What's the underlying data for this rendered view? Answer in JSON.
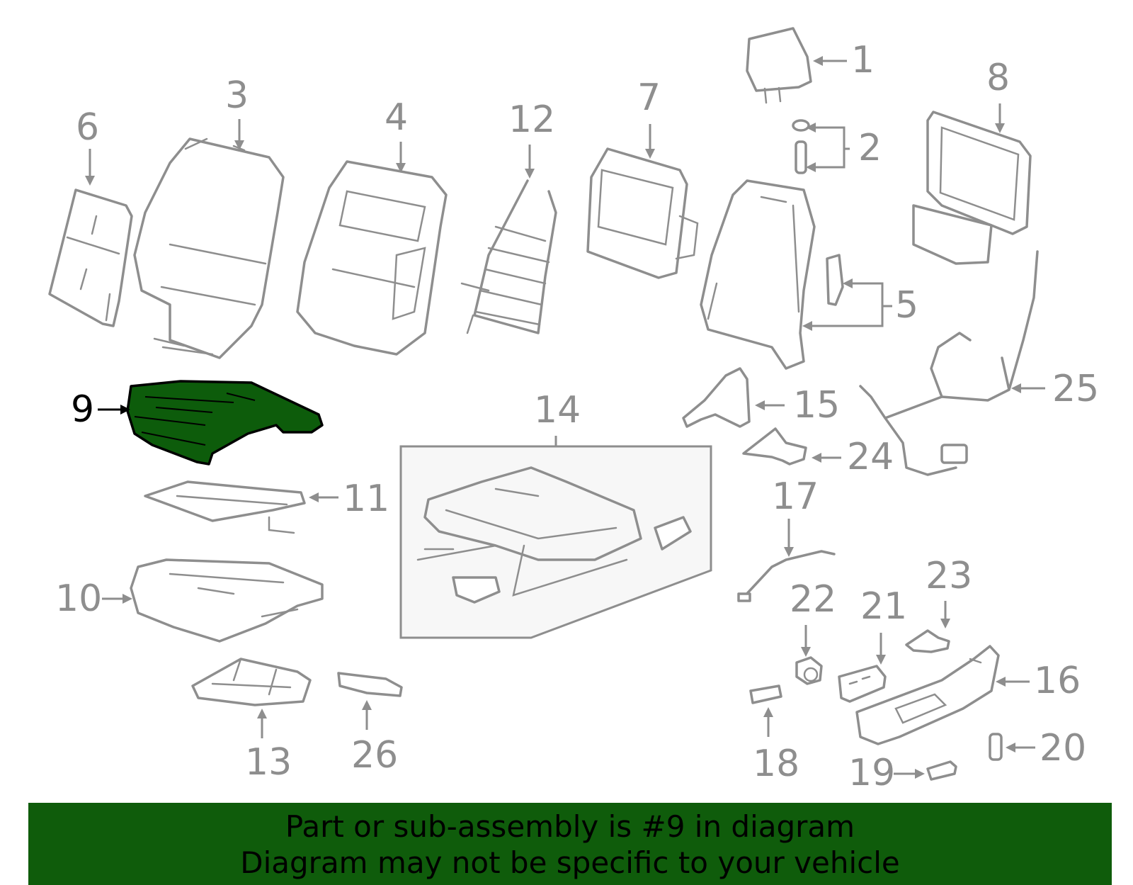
{
  "diagram": {
    "highlighted_part": "9",
    "callouts": [
      "1",
      "2",
      "3",
      "4",
      "5",
      "6",
      "7",
      "8",
      "9",
      "10",
      "11",
      "12",
      "13",
      "14",
      "15",
      "16",
      "17",
      "18",
      "19",
      "20",
      "21",
      "22",
      "23",
      "24",
      "25",
      "26"
    ]
  },
  "colors": {
    "highlight_fill": "#0d5c0b",
    "banner_background": "#0f5c0b",
    "line_art": "#8e8e8e"
  },
  "banner": {
    "line1": "Part or sub-assembly is #9 in diagram",
    "line2": "Diagram may not be specific to your vehicle"
  }
}
